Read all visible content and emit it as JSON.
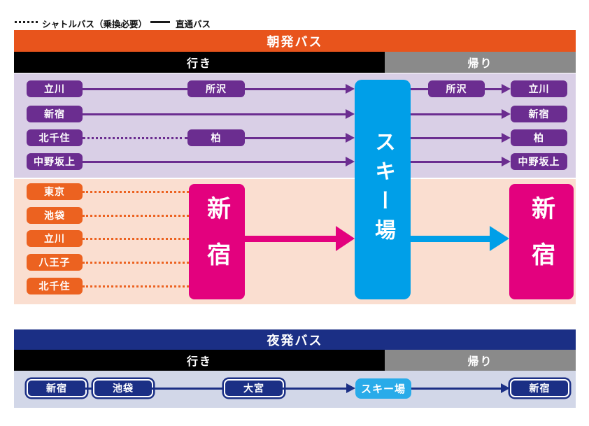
{
  "legend": {
    "shuttle_label": "シャトルバス（乗換必要）",
    "direct_label": "直通バス"
  },
  "colors": {
    "orange_header": "#E8541C",
    "purple": "#6B2D90",
    "purple_bg": "#D9CFE6",
    "peach_bg": "#FADED0",
    "orange": "#EC6220",
    "magenta": "#E3017E",
    "cyan": "#009FE8",
    "cyan_light": "#29ABE9",
    "navy": "#1B2F85",
    "gray": "#8A8A8A",
    "black": "#000000",
    "night_bg": "#D2D7E8"
  },
  "morning": {
    "title": "朝発バス",
    "go_label": "行き",
    "return_label": "帰り",
    "shuttle_rows": [
      {
        "from": "立川",
        "via": "所沢"
      },
      {
        "from": "新宿"
      },
      {
        "from": "北千住",
        "via": "柏"
      },
      {
        "from": "中野坂上"
      }
    ],
    "return_rows": [
      {
        "via": "所沢",
        "to": "立川"
      },
      {
        "to": "新宿"
      },
      {
        "to": "柏"
      },
      {
        "to": "中野坂上"
      }
    ],
    "direct_origins": [
      "東京",
      "池袋",
      "立川",
      "八王子",
      "北千住"
    ],
    "hub": "新宿",
    "ski": "スキー場",
    "return_hub": "新宿"
  },
  "night": {
    "title": "夜発バス",
    "go_label": "行き",
    "return_label": "帰り",
    "stops": [
      "新宿",
      "池袋",
      "大宮"
    ],
    "ski": "スキー場",
    "return_stop": "新宿"
  }
}
